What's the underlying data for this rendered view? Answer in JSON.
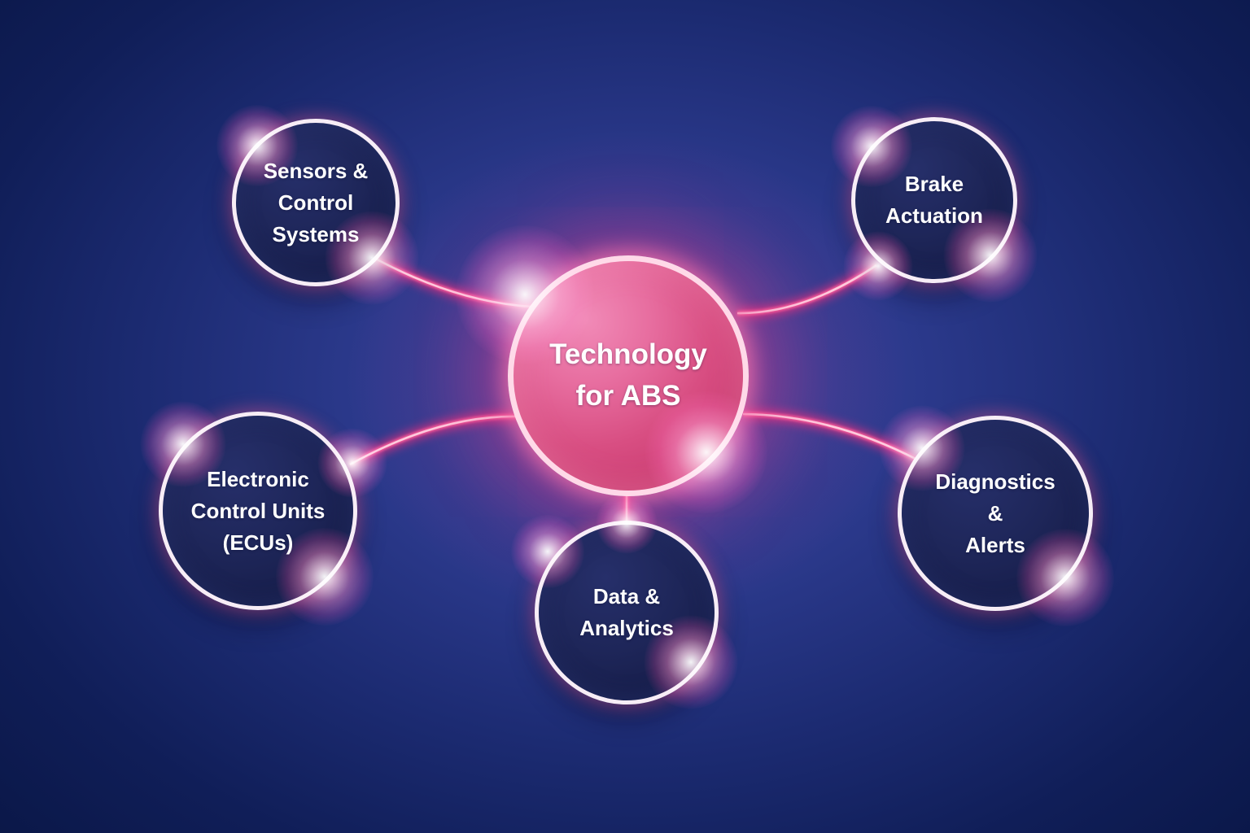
{
  "diagram": {
    "title": "Technology for ABS",
    "center_node": {
      "id": "technology-for-abs",
      "label": "Technology\nfor ABS"
    },
    "nodes": [
      {
        "id": "sensors-control-systems",
        "label": "Sensors &\nControl Systems"
      },
      {
        "id": "brake-actuation",
        "label": "Brake\nActuation"
      },
      {
        "id": "electronic-control-units",
        "label": "Electronic\nControl Units\n(ECUs)"
      },
      {
        "id": "data-analytics",
        "label": "Data &\nAnalytics"
      },
      {
        "id": "diagnostics-alerts",
        "label": "Diagnostics\n&\nAlerts"
      }
    ],
    "colors": {
      "background_navy": "#0a1747",
      "background_blue_violet": "#3a47a0",
      "center_fill_light": "#f18ab7",
      "center_fill_dark": "#c33566",
      "satellite_fill": "#1e2659",
      "ring_white": "#f7edf6",
      "link_pink": "#ff2e7d",
      "glow_pink": "#ff5f9c",
      "text_white": "#ffffff"
    }
  }
}
